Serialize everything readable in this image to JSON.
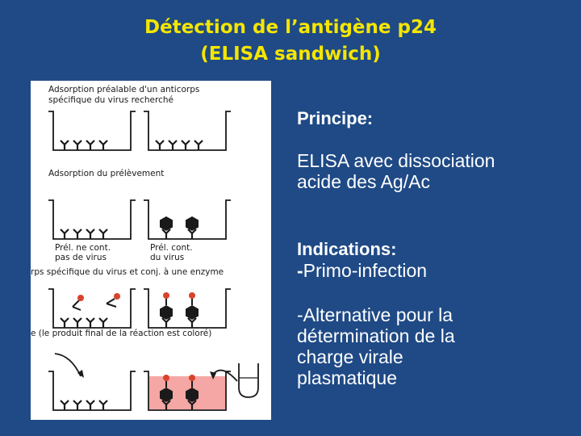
{
  "title": {
    "line1": "Détection de l’antigène p24",
    "line2": "(ELISA sandwich)"
  },
  "figure": {
    "captions": {
      "step1_line1": "Adsorption préalable d'un anticorps",
      "step1_line2": "spécifique du virus recherché",
      "step2": "Adsorption du prélèvement",
      "well_left_line1": "Prél. ne cont.",
      "well_left_line2": "pas de virus",
      "well_right_line1": "Prél. cont.",
      "well_right_line2": "du virus",
      "step3": "rps spécifique du virus et conj. à une enzyme",
      "step4": "e (le produit final de la réaction est coloré)"
    },
    "colors": {
      "reaction": "#f4a7a4",
      "enzyme": "#d8432b",
      "antigen": "#1a1a1a"
    }
  },
  "right": {
    "principe_heading": "Principe:",
    "principe_text_line1": "ELISA avec dissociation",
    "principe_text_line2": "acide des Ag/Ac",
    "indications_heading": "Indications:",
    "indication1": "Primo-infection",
    "indication2_line1": "-Alternative pour la",
    "indication2_line2": "détermination de la",
    "indication2_line3": "charge virale",
    "indication2_line4": "plasmatique"
  },
  "colors": {
    "background": "#1f4a86",
    "title": "#f5e600",
    "text": "#ffffff"
  }
}
